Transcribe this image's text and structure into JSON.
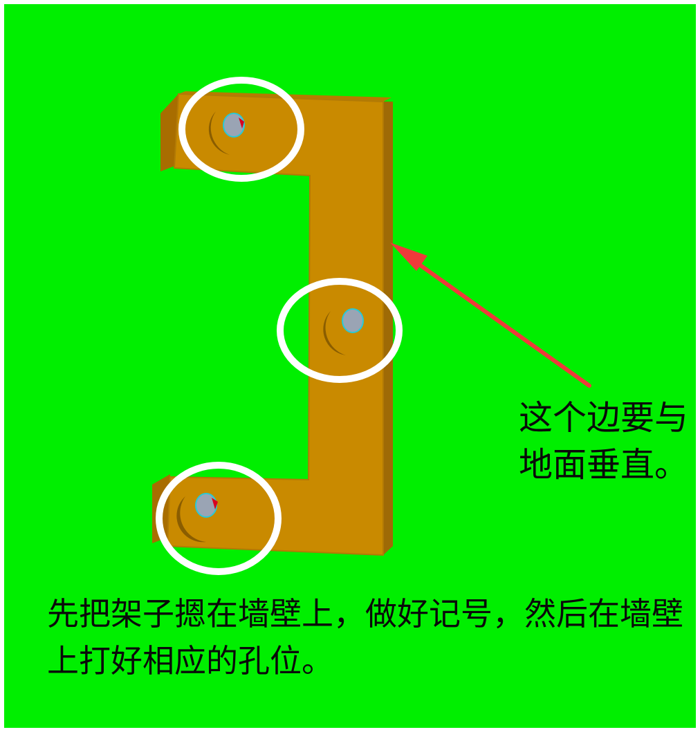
{
  "diagram": {
    "side_note": "这个边要与地面垂直。",
    "bottom_note": "先把架子摁在墙壁上，做好记号，然后在墙壁上打好相应的孔位。"
  },
  "colors": {
    "background": "#00ef00",
    "bracket_face": "#c98a00",
    "bracket_edge": "#a86d00",
    "highlight_ring": "#ffffff",
    "arrow": "#ef3a3a",
    "screw_hole": "#9aa4b4"
  },
  "parts": {
    "bracket": "bracket",
    "mounting_holes": 3,
    "highlighted_holes": 3
  }
}
